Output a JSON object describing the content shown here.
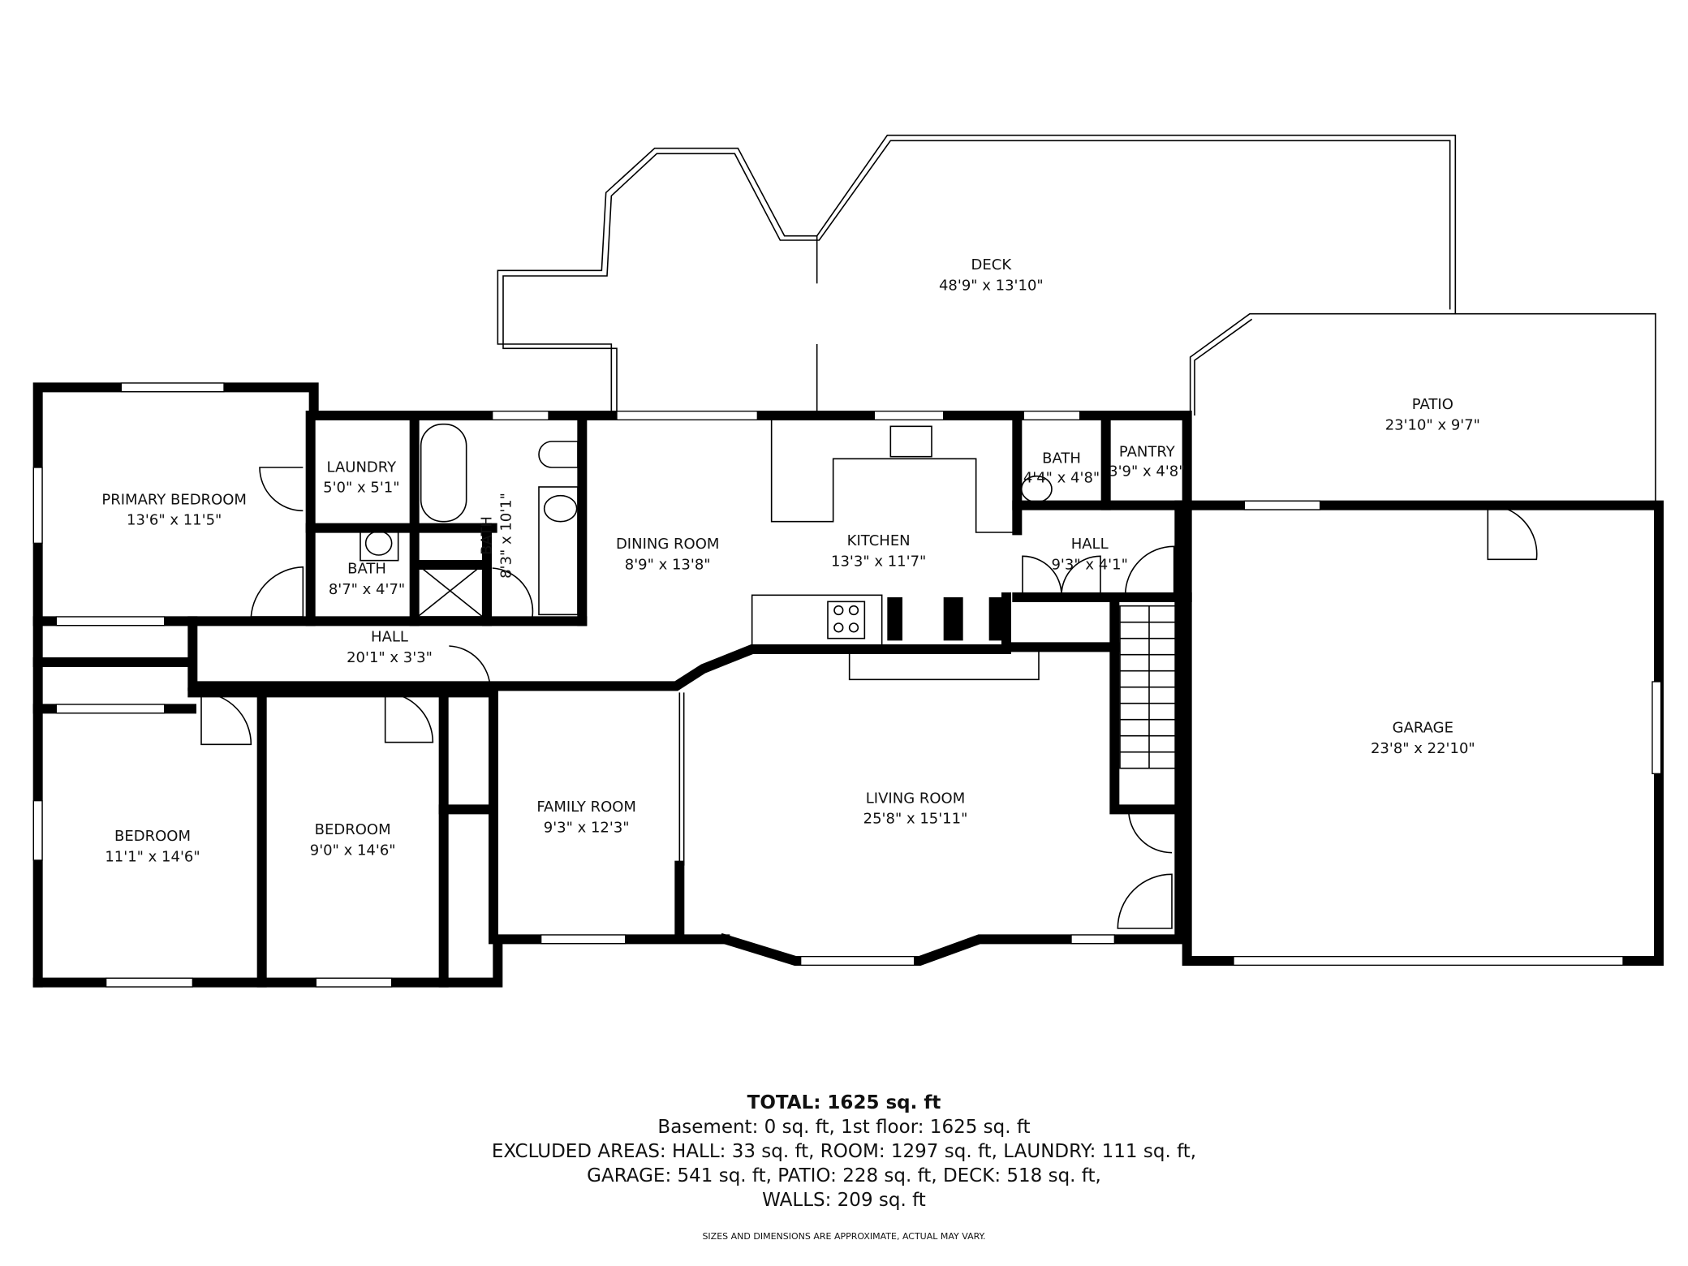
{
  "rooms": [
    {
      "name": "DECK",
      "dims": "48'9\" x 13'10\""
    },
    {
      "name": "PATIO",
      "dims": "23'10\" x 9'7\""
    },
    {
      "name": "PRIMARY BEDROOM",
      "dims": "13'6\" x 11'5\""
    },
    {
      "name": "LAUNDRY",
      "dims": "5'0\" x 5'1\""
    },
    {
      "name": "BATH",
      "dims": "8'7\" x 4'7\""
    },
    {
      "name": "BATH",
      "dims": "8'3\" x 10'1\""
    },
    {
      "name": "DINING ROOM",
      "dims": "8'9\" x 13'8\""
    },
    {
      "name": "KITCHEN",
      "dims": "13'3\" x 11'7\""
    },
    {
      "name": "BATH",
      "dims": "4'4\" x 4'8\""
    },
    {
      "name": "PANTRY",
      "dims": "3'9\" x 4'8\""
    },
    {
      "name": "HALL",
      "dims": "9'3\" x 4'1\""
    },
    {
      "name": "HALL",
      "dims": "20'1\" x 3'3\""
    },
    {
      "name": "GARAGE",
      "dims": "23'8\" x 22'10\""
    },
    {
      "name": "BEDROOM",
      "dims": "11'1\" x 14'6\""
    },
    {
      "name": "BEDROOM",
      "dims": "9'0\" x 14'6\""
    },
    {
      "name": "FAMILY ROOM",
      "dims": "9'3\" x 12'3\""
    },
    {
      "name": "LIVING ROOM",
      "dims": "25'8\" x 15'11\""
    }
  ],
  "summary": {
    "total": "TOTAL: 1625 sq. ft",
    "floors": "Basement: 0 sq. ft, 1st floor: 1625 sq. ft",
    "excluded_1": "EXCLUDED AREAS: HALL: 33 sq. ft, ROOM: 1297 sq. ft, LAUNDRY: 111 sq. ft,",
    "excluded_2": "GARAGE: 541 sq. ft, PATIO: 228 sq. ft, DECK: 518 sq. ft,",
    "walls": "WALLS: 209 sq. ft",
    "disclaimer": "SIZES AND DIMENSIONS ARE APPROXIMATE, ACTUAL MAY VARY."
  }
}
